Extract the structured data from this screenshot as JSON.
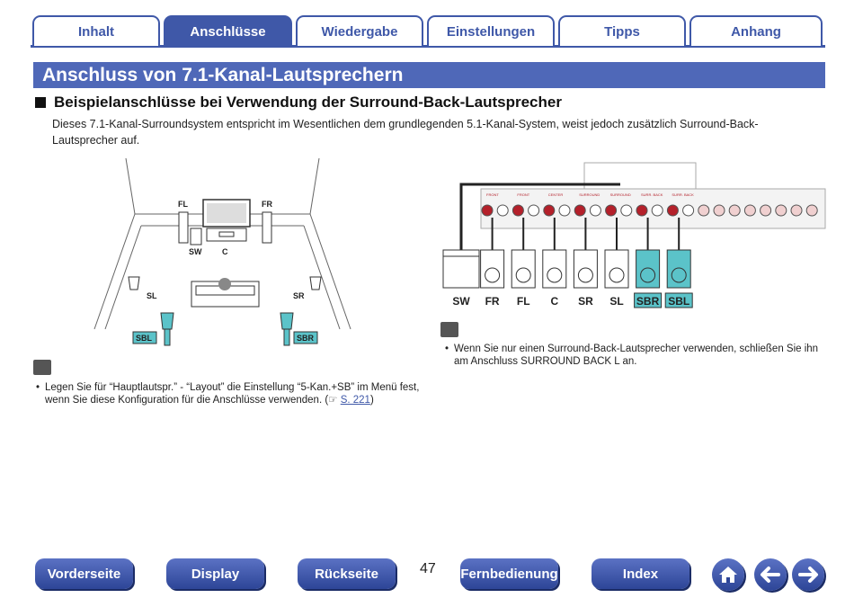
{
  "tabs": [
    {
      "label": "Inhalt"
    },
    {
      "label": "Anschlüsse"
    },
    {
      "label": "Wiedergabe"
    },
    {
      "label": "Einstellungen"
    },
    {
      "label": "Tipps"
    },
    {
      "label": "Anhang"
    }
  ],
  "title": "Anschluss von 7.1-Kanal-Lautsprechern",
  "section": {
    "heading": "Beispielanschlüsse bei Verwendung der Surround-Back-Lautsprecher",
    "intro": "Dieses 7.1-Kanal-Surroundsystem entspricht im Wesentlichen dem grundlegenden 5.1-Kanal-System, weist jedoch zusätzlich Surround-Back-Lautsprecher auf."
  },
  "room_diagram": {
    "labels": {
      "fl": "FL",
      "fr": "FR",
      "sw": "SW",
      "c": "C",
      "sl": "SL",
      "sr": "SR",
      "sbl": "SBL",
      "sbr": "SBR"
    }
  },
  "connection_diagram": {
    "speakers": [
      "SW",
      "FR",
      "FL",
      "C",
      "SR",
      "SL",
      "SBR",
      "SBL"
    ],
    "highlighted": [
      "SBR",
      "SBL"
    ],
    "terminal_groups": [
      "FRONT",
      "FRONT",
      "CENTER",
      "SURROUND",
      "SURROUND",
      "SURR. BACK",
      "SURR. BACK"
    ]
  },
  "notes": {
    "left_text": "Legen Sie für “Hauptlautspr.” - “Layout” die Einstellung “5-Kan.+SB” im Menü fest, wenn Sie diese Konfiguration für die Anschlüsse verwenden.",
    "left_ref": "S. 221",
    "right_text": "Wenn Sie nur einen Surround-Back-Lautsprecher verwenden, schließen Sie ihn am Anschluss SURROUND BACK L an."
  },
  "bottom_nav": {
    "vorderseite": "Vorderseite",
    "display": "Display",
    "rueckseite": "Rückseite",
    "page": "47",
    "fernbedienung": "Fernbedienung",
    "index": "Index"
  },
  "colors": {
    "accent": "#3f58a8",
    "title_bg": "#4f68b8",
    "speaker_highlight": "#5bc3c9"
  }
}
